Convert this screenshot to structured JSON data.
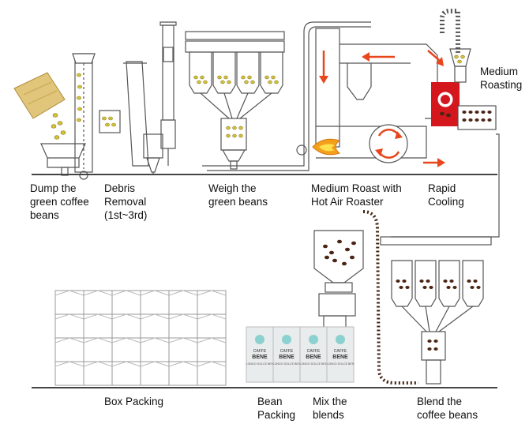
{
  "stages": {
    "dump": "Dump the\ngreen coffee\nbeans",
    "debris": "Debris\nRemoval\n(1st~3rd)",
    "weigh": "Weigh the\ngreen beans",
    "roast": "Medium Roast with\nHot Air Roaster",
    "cooling": "Rapid\nCooling",
    "blend": "Blend the\ncoffee beans",
    "mix": "Mix the\nblends",
    "bean_packing": "Bean\nPacking",
    "box_packing": "Box Packing"
  },
  "callout": {
    "medium_roasting": "Medium\nRoasting"
  },
  "bag": {
    "brand_top": "CAFFE",
    "brand": "BENE",
    "subtitle": "LONGO DOLCE BEN"
  },
  "colors": {
    "line": "#555555",
    "green_bean": "#d4c23a",
    "roasted_bean": "#4a2414",
    "flow_arrow": "#e8461c",
    "flame": "#f3a11c",
    "roasting_box": "#d4161d",
    "sack": "#e0c57a"
  }
}
